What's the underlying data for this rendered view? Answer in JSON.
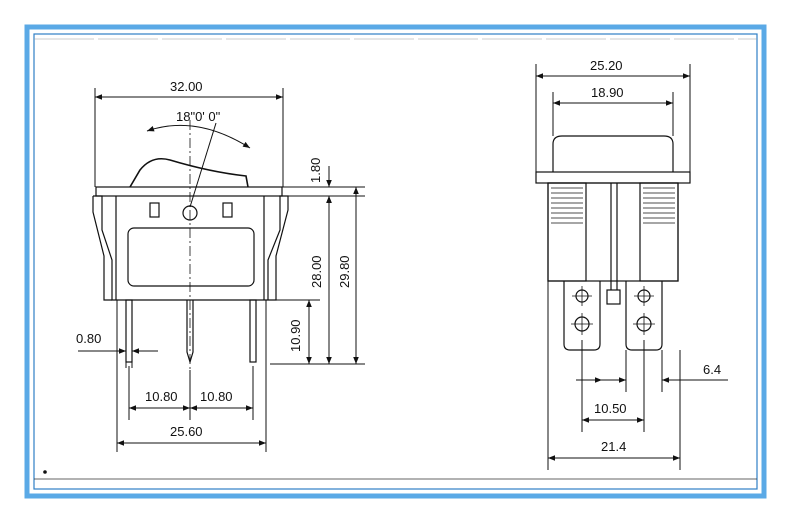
{
  "colors": {
    "frame_outer": "#5aa9e6",
    "frame_inner": "#2f7fc6",
    "ink": "#111111",
    "background": "#ffffff"
  },
  "left_view": {
    "width_top": "32.00",
    "angle": "18\"0' 0\"",
    "height_cap": "1.80",
    "height_body": "28.00",
    "height_total": "29.80",
    "height_terminal": "10.90",
    "terminal_thickness": "0.80",
    "pitch_left": "10.80",
    "pitch_right": "10.80",
    "width_bottom": "25.60"
  },
  "right_view": {
    "width_outer": "25.20",
    "width_inner": "18.90",
    "terminal_width": "6.4",
    "terminal_pitch": "10.50",
    "width_bottom": "21.4"
  }
}
